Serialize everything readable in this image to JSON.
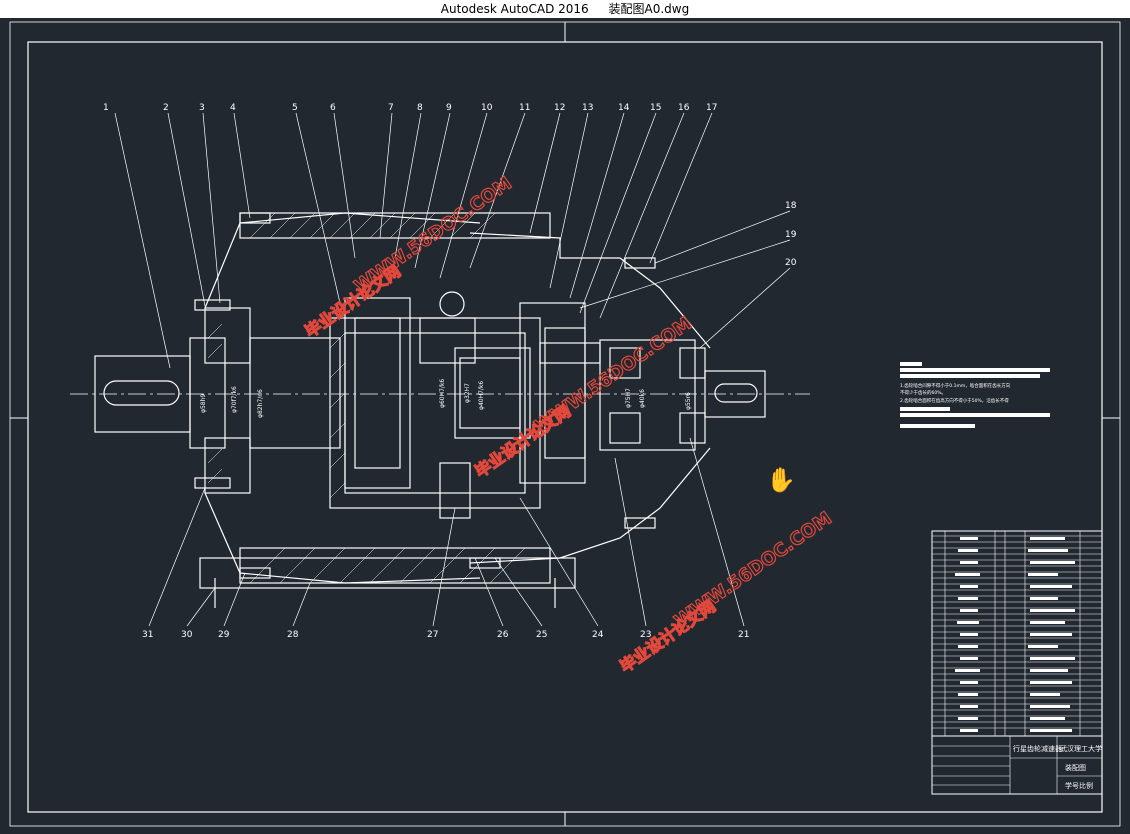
{
  "window": {
    "app_title": "Autodesk AutoCAD 2016",
    "file_name": "装配图A0.dwg"
  },
  "drawing": {
    "part_labels": [
      "1",
      "2",
      "3",
      "4",
      "5",
      "6",
      "7",
      "8",
      "9",
      "10",
      "11",
      "12",
      "13",
      "14",
      "15",
      "16",
      "17",
      "18",
      "19",
      "20",
      "21",
      "23",
      "24",
      "25",
      "26",
      "27",
      "28",
      "29",
      "30",
      "31"
    ],
    "dims": [
      "φ58h9",
      "φ70f7/k6",
      "φ82h7/n6",
      "φ60H7/k6",
      "φ32H7",
      "φ40H7/k6",
      "φ75H7",
      "φ40k6",
      "φ55r6"
    ],
    "watermark_text": "毕业设计论文网",
    "watermark_url": "WWW.56DOC.COM",
    "notes": [
      "1.齿轮啮合间隙不得小于0.1mm，啮合面积在齿长方向",
      "不得少于齿长的60%。",
      "2.齿轮啮合面积在齿高方向不得小于50%，沿齿长不得"
    ]
  },
  "title_block": {
    "product": "行星齿轮减速器",
    "school": "武汉理工大学",
    "drawing_type": "装配图",
    "student_info": "学号比例"
  },
  "colors": {
    "background": "#212830",
    "lines": "#ffffff",
    "watermark": "#e2483c"
  }
}
